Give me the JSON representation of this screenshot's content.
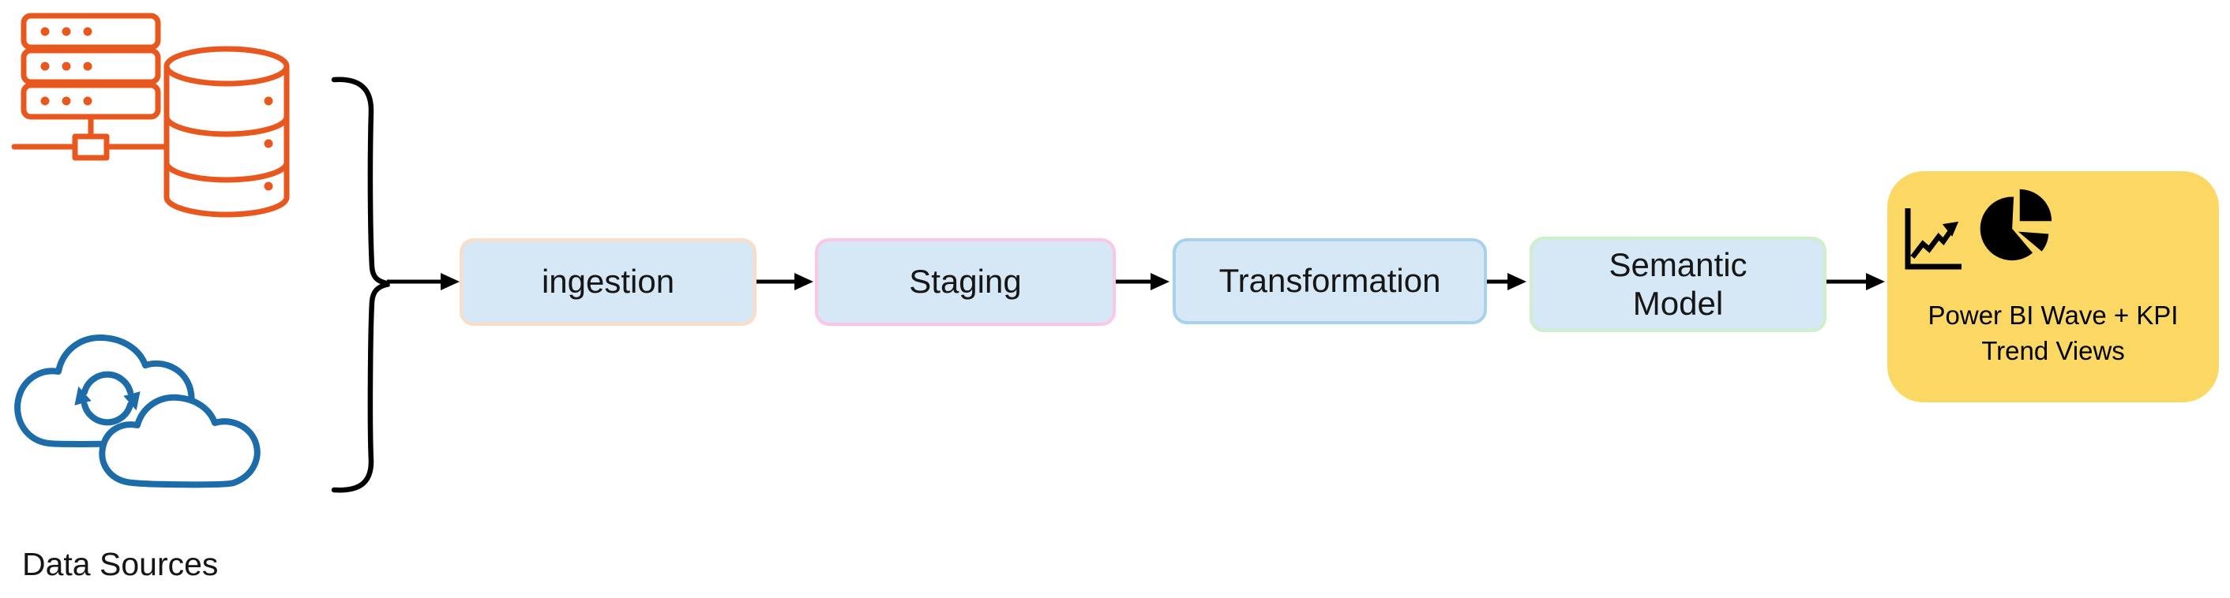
{
  "diagram": {
    "background": "#FFFFFF",
    "sources": {
      "label": "Data Sources",
      "icons": [
        {
          "name": "server-rack-icon",
          "color": "#E8571E"
        },
        {
          "name": "database-icon",
          "color": "#E8571E"
        },
        {
          "name": "cloud-sync-icon",
          "color": "#1B6CA8"
        }
      ]
    },
    "connector": {
      "brace_color": "#000000",
      "arrow_color": "#000000"
    },
    "stages": [
      {
        "label": "ingestion",
        "fill": "#D6E7F5",
        "border": "#FBDCC6"
      },
      {
        "label": "Staging",
        "fill": "#D6E7F5",
        "border": "#FAC7E6"
      },
      {
        "label": "Transformation",
        "fill": "#D6E7F5",
        "border": "#A6D2F0"
      },
      {
        "label": "Semantic Model",
        "fill": "#D6E7F5",
        "border": "#CDF0CB"
      }
    ],
    "output": {
      "line1": "Power BI Wave + KPI",
      "line2": "Trend Views",
      "fill": "#FBD763",
      "text_color": "#000000",
      "icons": [
        {
          "name": "line-chart-icon",
          "color": "#000000"
        },
        {
          "name": "pie-chart-icon",
          "color": "#000000"
        }
      ]
    }
  }
}
